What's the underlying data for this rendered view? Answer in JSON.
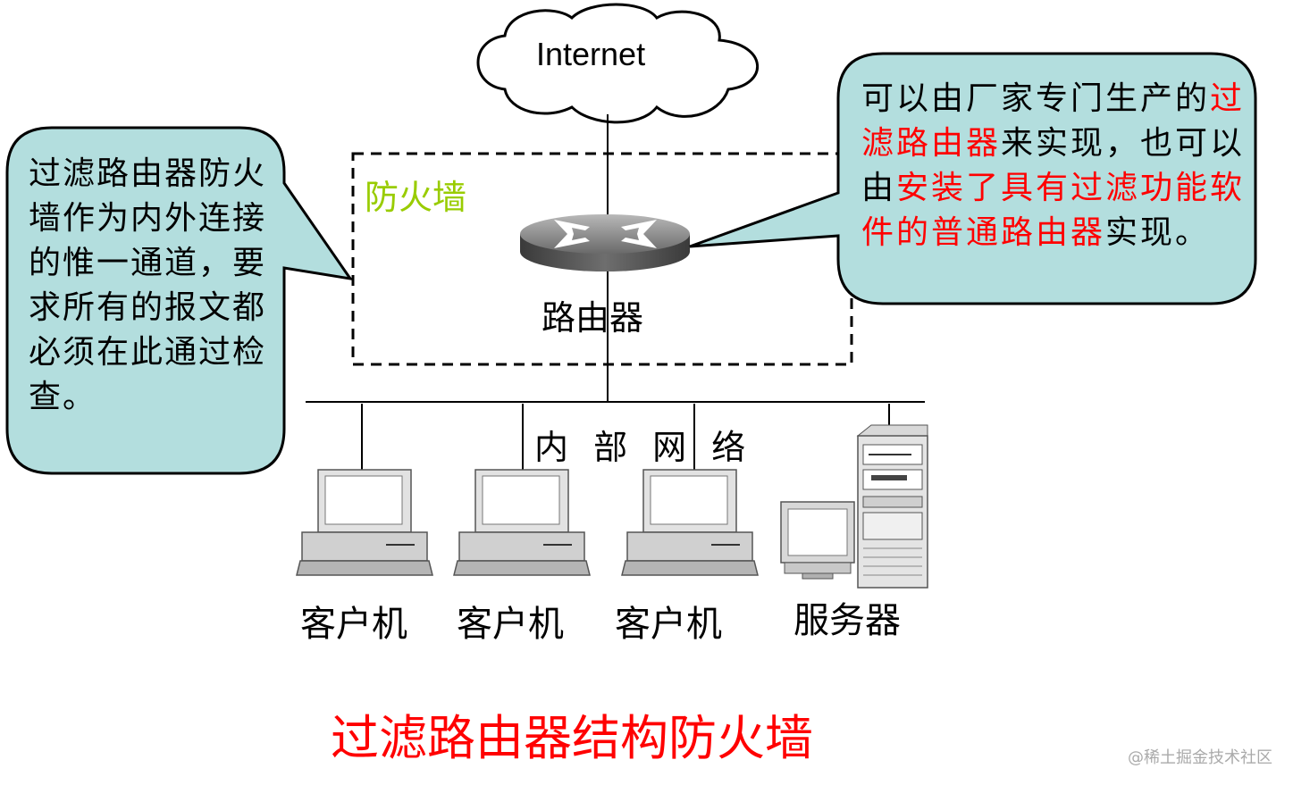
{
  "internet_label": "Internet",
  "firewall_label": "防火墙",
  "router_label": "路由器",
  "internal_network_label": "内 部 网 络",
  "clients": [
    {
      "label": "客户机"
    },
    {
      "label": "客户机"
    },
    {
      "label": "客户机"
    }
  ],
  "server_label": "服务器",
  "left_callout": {
    "text": "过滤路由器防火墙作为内外连接的惟一通道，要求所有的报文都必须在此通过检查。"
  },
  "right_callout": {
    "seg1": "可以由厂家专门生产的",
    "seg2": "过滤路由器",
    "seg3": "来实现，也可以由",
    "seg4": "安装了具有过滤功能软件的普通路由器",
    "seg5": "实现。"
  },
  "bottom_title": "过滤路由器结构防火墙",
  "watermark": "@稀土掘金技术社区",
  "colors": {
    "callout_fill": "#b3dede",
    "highlight_text": "#ff0000",
    "firewall_label": "#99cc00"
  }
}
